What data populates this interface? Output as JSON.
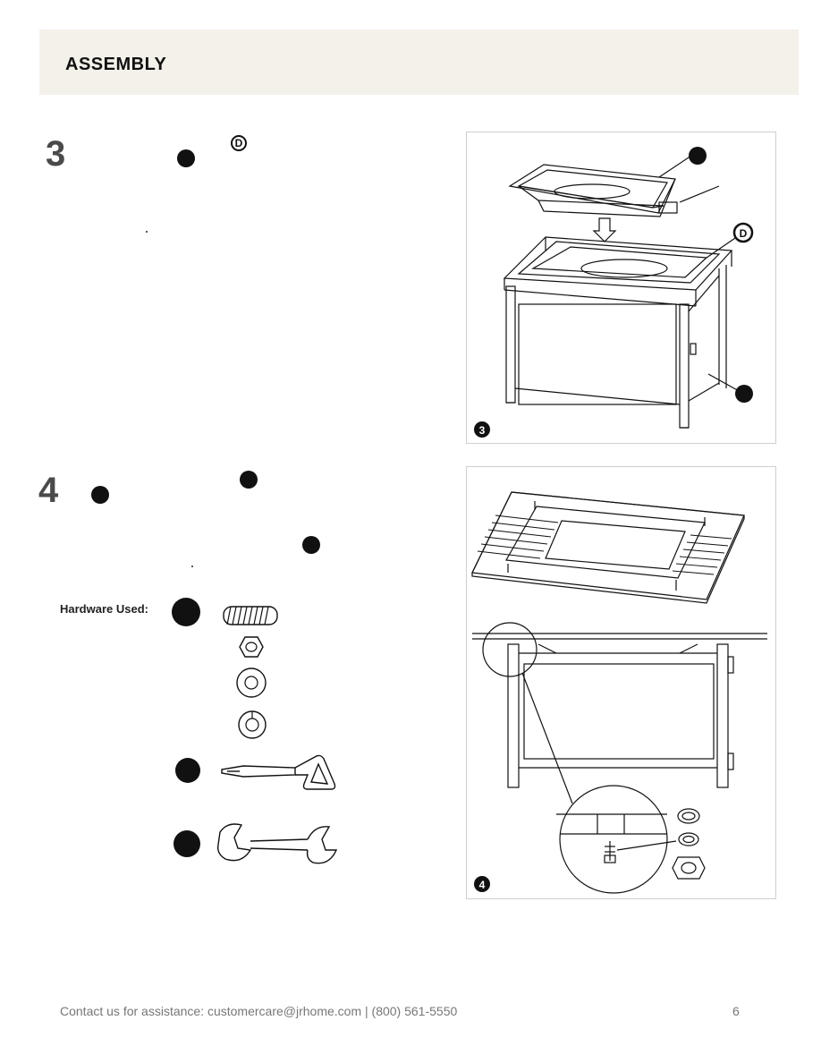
{
  "header": {
    "title": "ASSEMBLY"
  },
  "steps": [
    {
      "number": "3",
      "part_letter": "D",
      "figure_label": "3"
    },
    {
      "number": "4",
      "figure_label": "4"
    }
  ],
  "hardware": {
    "label": "Hardware Used:",
    "items": [
      "bolt-icon",
      "hex-nut-icon",
      "flat-washer-icon",
      "spring-washer-icon",
      "handle-wrench-icon",
      "open-end-wrench-icon"
    ]
  },
  "figure3": {
    "callout_letter": "D"
  },
  "footer": {
    "contact": "Contact us for assistance:  customercare@jrhome.com  |  (800) 561-5550",
    "page": "6"
  }
}
